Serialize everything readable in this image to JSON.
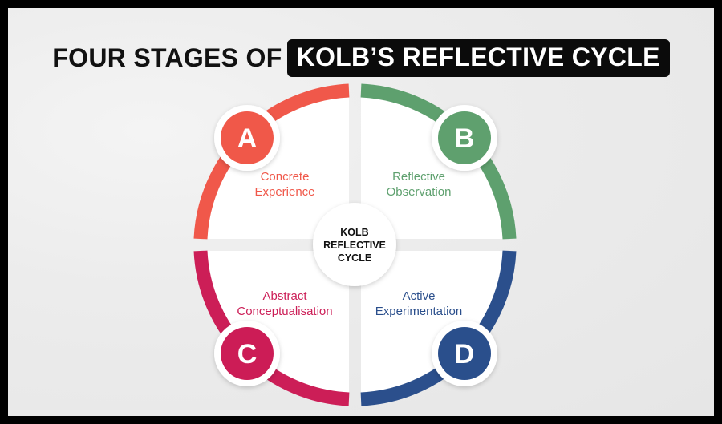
{
  "title": {
    "prefix": "FOUR STAGES OF",
    "highlight": "KOLB’S REFLECTIVE CYCLE"
  },
  "center": {
    "lines": [
      "KOLB",
      "REFLECTIVE",
      "CYCLE"
    ]
  },
  "stages": [
    {
      "letter": "A",
      "line1": "Concrete",
      "line2": "Experience",
      "color": "#f0584a"
    },
    {
      "letter": "B",
      "line1": "Reflective",
      "line2": "Observation",
      "color": "#5ea06e"
    },
    {
      "letter": "C",
      "line1": "Abstract",
      "line2": "Conceptualisation",
      "color": "#cc1e57"
    },
    {
      "letter": "D",
      "line1": "Active",
      "line2": "Experimentation",
      "color": "#2b4f8c"
    }
  ]
}
